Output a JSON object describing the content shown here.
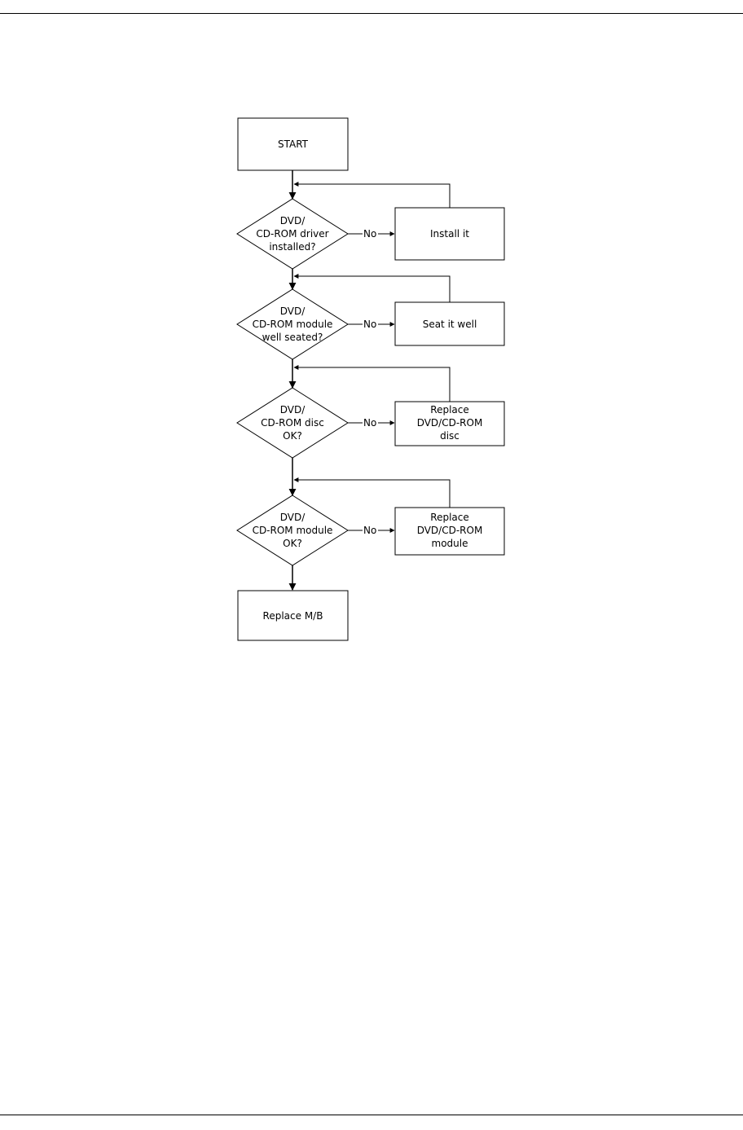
{
  "flowchart": {
    "start": "START",
    "checks": [
      {
        "lines": [
          "DVD/",
          "CD-ROM driver",
          "installed?"
        ],
        "no_label": "No",
        "action": [
          "Install it"
        ]
      },
      {
        "lines": [
          "DVD/",
          "CD-ROM module",
          "well seated?"
        ],
        "no_label": "No",
        "action": [
          "Seat it well"
        ]
      },
      {
        "lines": [
          "DVD/",
          "CD-ROM disc",
          "OK?"
        ],
        "no_label": "No",
        "action": [
          "Replace",
          "DVD/CD-ROM",
          "disc"
        ]
      },
      {
        "lines": [
          "DVD/",
          "CD-ROM module",
          "OK?"
        ],
        "no_label": "No",
        "action": [
          "Replace",
          "DVD/CD-ROM",
          "module"
        ]
      }
    ],
    "end": "Replace M/B"
  }
}
